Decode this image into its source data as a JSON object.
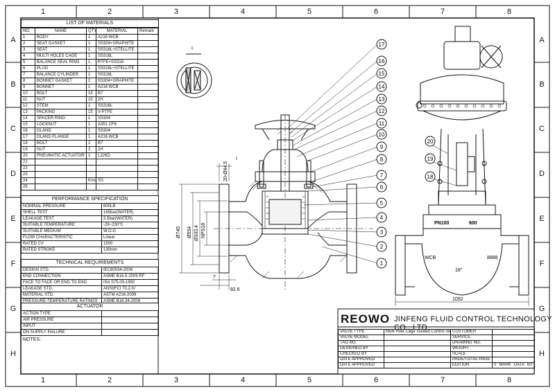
{
  "grid": {
    "columns": [
      "1",
      "2",
      "3",
      "4",
      "5",
      "6",
      "7",
      "8"
    ],
    "rows": [
      "A",
      "B",
      "C",
      "D",
      "E",
      "F",
      "G",
      "H"
    ]
  },
  "bom": {
    "title": "LIST OF MATERIALS",
    "headers": [
      "NO.",
      "NAME",
      "QTY",
      "MATERIAL",
      "Remark"
    ],
    "rows": [
      [
        "1",
        "BODY",
        "1",
        "A216 WCB",
        ""
      ],
      [
        "2",
        "SEAT GASKET",
        "1",
        "SS304+GRAPHITE",
        ""
      ],
      [
        "3",
        "SEAT",
        "1",
        "SS316L+STELLITE",
        ""
      ],
      [
        "4",
        "MULTI HOLES CAGE",
        "1",
        "SS316L",
        ""
      ],
      [
        "5",
        "BALANCE SEAL RING",
        "1",
        "RTFE+SS316",
        ""
      ],
      [
        "6",
        "PLUG",
        "1",
        "SS316L+STELLITE",
        ""
      ],
      [
        "7",
        "BALANCE CYLINDER",
        "1",
        "SS316L",
        ""
      ],
      [
        "8",
        "BONNET GASKET",
        "2",
        "SS304+GRAPHITE",
        ""
      ],
      [
        "9",
        "BONNET",
        "1",
        "A216 WCB",
        ""
      ],
      [
        "10",
        "BOLT",
        "15",
        "B7",
        ""
      ],
      [
        "11",
        "NUT",
        "15",
        "2H",
        ""
      ],
      [
        "12",
        "STEM",
        "1",
        "SS316L",
        ""
      ],
      [
        "13",
        "PACKING",
        "15",
        "V-PTFE",
        ""
      ],
      [
        "14",
        "SPACER RING",
        "1",
        "SS304",
        ""
      ],
      [
        "15",
        "LOCKNUT",
        "1",
        "A351 CF8",
        ""
      ],
      [
        "16",
        "GLAND",
        "1",
        "SS304",
        ""
      ],
      [
        "17",
        "GLAND FLANGE",
        "1",
        "A216 WCB",
        ""
      ],
      [
        "18",
        "BOLT",
        "2",
        "B7",
        ""
      ],
      [
        "19",
        "NUT",
        "2",
        "2H",
        ""
      ],
      [
        "20",
        "PNEUMATIC ACTUATOR",
        "1",
        "L226D",
        ""
      ],
      [
        "21",
        "",
        "",
        "",
        ""
      ],
      [
        "22",
        "",
        "",
        "",
        ""
      ],
      [
        "23",
        "",
        "",
        "",
        ""
      ],
      [
        "24",
        "",
        "Kind",
        "SS",
        ""
      ],
      [
        "25",
        "",
        "",
        "",
        ""
      ]
    ]
  },
  "performance": {
    "title": "PERFORMANCE SPECIFICATION",
    "rows": [
      [
        "NOMINAL PRESSURE",
        "600LB"
      ],
      [
        "SHELL TEST",
        "165bar(WATER)"
      ],
      [
        "LEAKAGE TEST",
        "3.5bar(WATER)"
      ],
      [
        "SUITABLE TEMPERATURE",
        "-29~230℃"
      ],
      [
        "SUITABLE MEDIUM",
        "W.O.G"
      ],
      [
        "FLOW CHARACTERISTIC",
        "Linear"
      ],
      [
        "RATED CV",
        "1500"
      ],
      [
        "RATED STROKE",
        "130mm"
      ]
    ]
  },
  "technical": {
    "title": "TECHNICAL REQUIREMENTS",
    "rows": [
      [
        "DESIGN STD.",
        "IEC60534-2006"
      ],
      [
        "END CONNECTION",
        "ASME B16.5-2009 RF"
      ],
      [
        "FACE TO FACE OR END TO END",
        "ISA S75.03-1992"
      ],
      [
        "LEAKAGE STD.",
        "ANSI/FCI 70.2-IV"
      ],
      [
        "MATERIAL STD.",
        "ASTM A216-2009"
      ],
      [
        "PRESSURE-TEMPERATURE RATINGS",
        "ASME B16.34-2009"
      ]
    ]
  },
  "actuator": {
    "title": "ACTUATOR",
    "rows": [
      [
        "ACTION TYPE",
        ""
      ],
      [
        "AIR PRESSURE",
        ""
      ],
      [
        "INPUT",
        ""
      ],
      [
        "ON SUPPLY FAILURE",
        ""
      ]
    ]
  },
  "notes_label": "NOTES:",
  "detail_label": "I",
  "section_mark": "I",
  "dims": {
    "d745": "Ø745",
    "d554": "Ø554",
    "d333": "Ø333.4",
    "dnps": "NPS18",
    "d20": "20-Ø44.5",
    "d7": "7",
    "d82": "82.6",
    "d1092": "1092"
  },
  "balloons": [
    "17",
    "16",
    "15",
    "14",
    "13",
    "12",
    "11",
    "10",
    "9",
    "8",
    "7",
    "6",
    "5",
    "4",
    "3",
    "2",
    "1"
  ],
  "side_balloons": [
    "20",
    "19",
    "18"
  ],
  "body_marks": {
    "pn": "PN100",
    "cls": "600",
    "wcb": "WCB",
    "size": "18\"",
    "heat": "8888"
  },
  "title_block": {
    "logo": "REOWO",
    "company": "JINFENG FLUID CONTROL TECHNOLOGY CO., LTD.",
    "rows": [
      [
        "VALVE TYPE",
        "Multi Hole Cage Guided Control Valve",
        "CUSTOMER",
        ""
      ],
      [
        "VALVE MODEL",
        "",
        "SERVICE",
        ""
      ],
      [
        "TAG NO.",
        "",
        "DRAWING NO.",
        ""
      ],
      [
        "DESIGNED BY",
        "",
        "WEIGHT",
        ""
      ],
      [
        "CHECKED BY",
        "",
        "SCALE",
        ""
      ],
      [
        "DATE APPROVED",
        "",
        "PAGE/TOTAL PAGE",
        ""
      ],
      [
        "DATE APPROVED",
        "",
        "EDITION",
        "0"
      ]
    ],
    "rev_headers": [
      "MARK",
      "DATA",
      "BY"
    ]
  }
}
